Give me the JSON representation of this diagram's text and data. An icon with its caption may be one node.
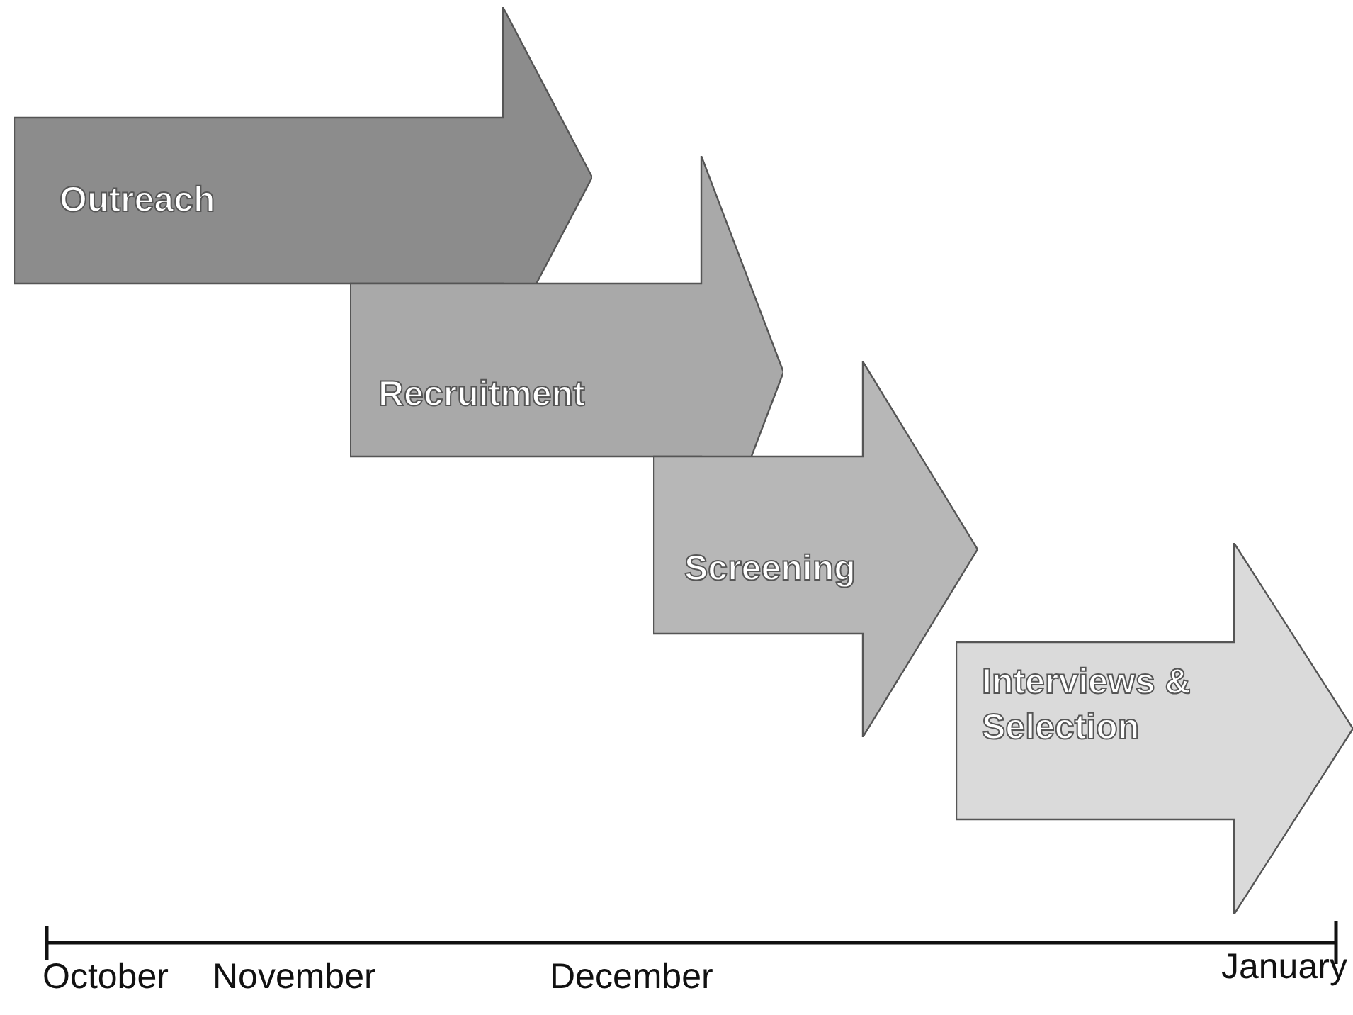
{
  "diagram": {
    "nodes": [
      {
        "text": [
          "Outreach"
        ]
      },
      {
        "text": [
          "Recruitment"
        ]
      },
      {
        "text": [
          "Screening"
        ]
      },
      {
        "text": [
          "Interviews & Selection"
        ]
      }
    ],
    "labels": [
      "October",
      "November",
      "December",
      "January"
    ]
  }
}
